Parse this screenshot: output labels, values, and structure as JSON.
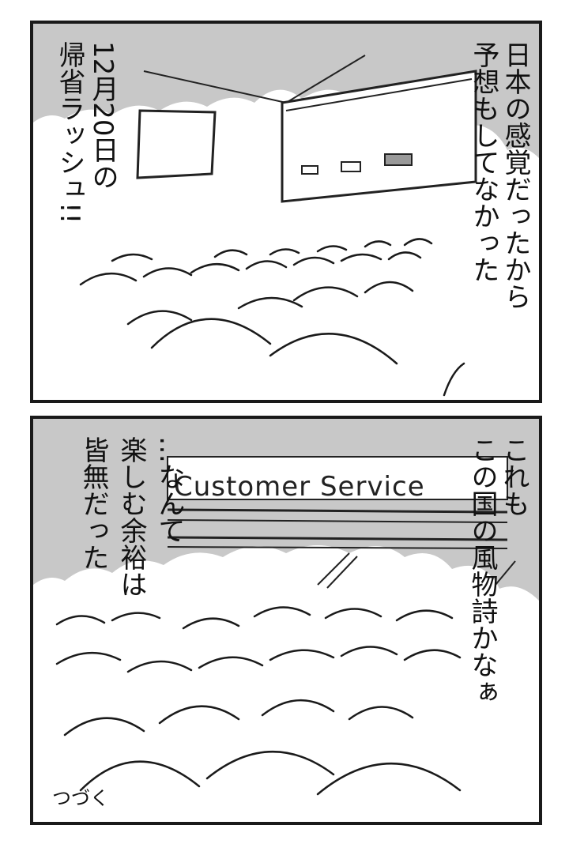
{
  "panel1": {
    "narration_right": [
      "日本の感覚だったから",
      "予想もしてなかった"
    ],
    "narration_left": [
      "12月20日の",
      "帰省ラッシュ!!"
    ]
  },
  "panel2": {
    "sign": "Customer Service",
    "narration_right": [
      "これも",
      "この国の風物詩かなぁ"
    ],
    "narration_left": [
      "…なんて",
      "楽しむ余裕は",
      "皆無だった"
    ],
    "footer": "つづく"
  },
  "colors": {
    "ink": "#111111",
    "screentone": "#c8c8c8",
    "paper": "#ffffff"
  }
}
